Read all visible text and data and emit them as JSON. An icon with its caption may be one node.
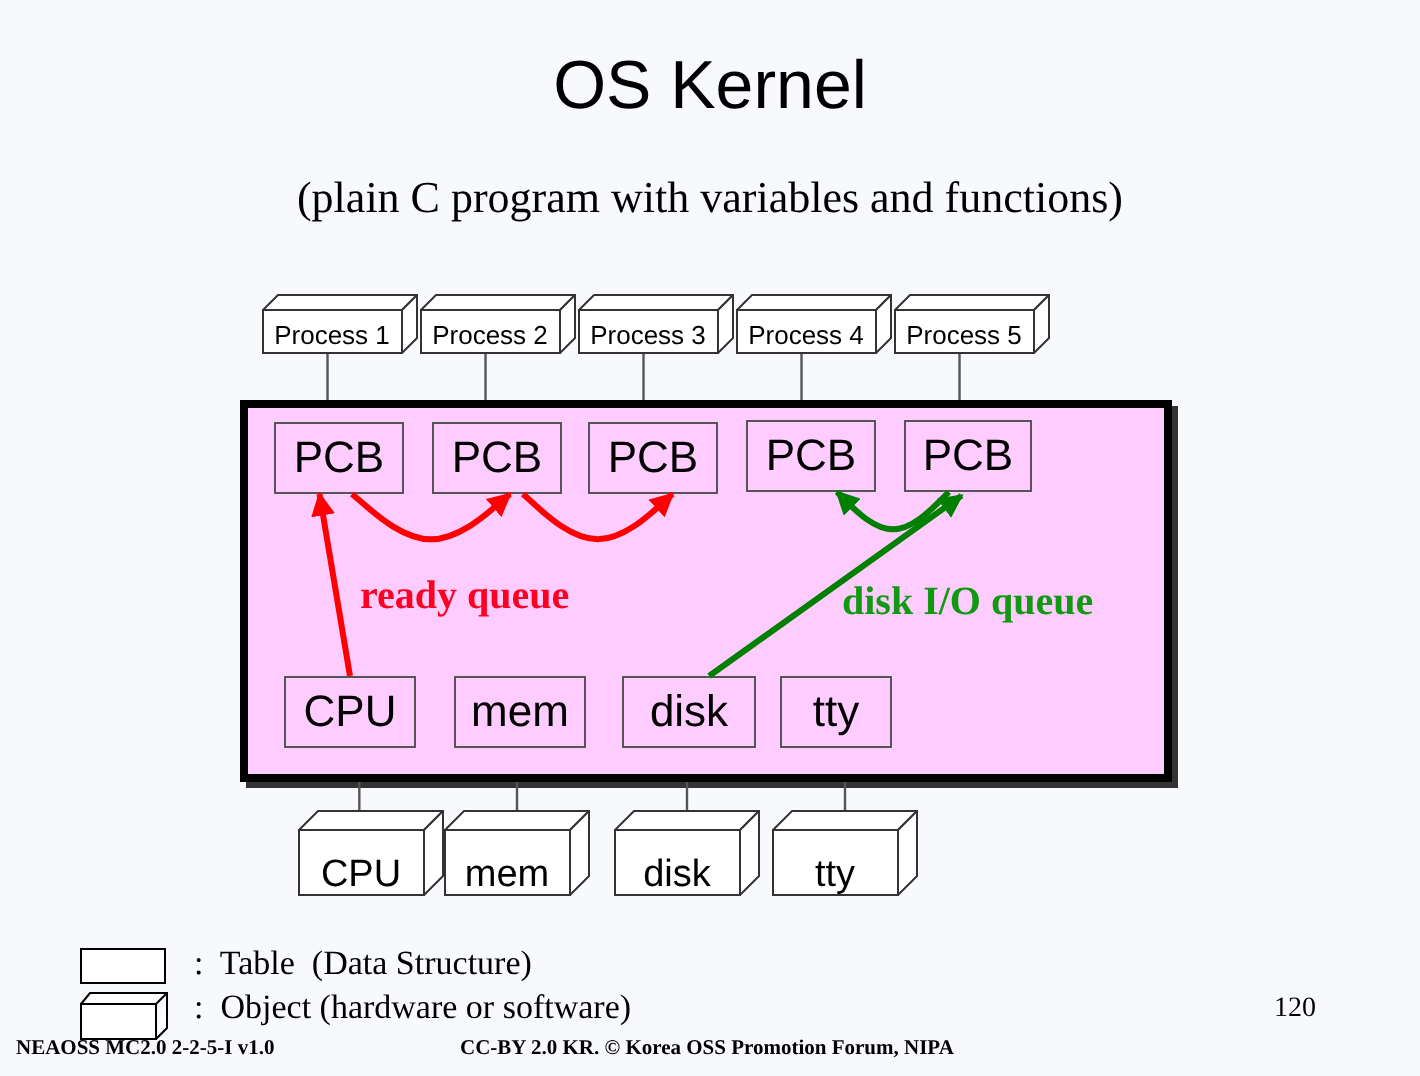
{
  "diagram": {
    "title": "OS Kernel",
    "nodes": [
      {
        "text": [],
        "shape": "box"
      },
      {
        "text": [
          "Process 1"
        ]
      },
      {
        "text": [
          "Process 2"
        ]
      },
      {
        "text": [
          "Process 3"
        ]
      },
      {
        "text": [
          "Process 4"
        ]
      },
      {
        "text": [
          "Process 5"
        ]
      },
      {
        "text": [
          "PCB"
        ],
        "in": 0
      },
      {
        "text": [
          "PCB"
        ],
        "in": 0
      },
      {
        "text": [
          "PCB"
        ],
        "in": 0
      },
      {
        "text": [
          "PCB"
        ],
        "in": 0
      },
      {
        "text": [
          "PCB"
        ],
        "in": 0
      },
      {
        "text": [
          "CPU"
        ],
        "in": 0
      },
      {
        "text": [
          "mem"
        ],
        "in": 0
      },
      {
        "text": [
          "disk"
        ],
        "in": 0
      },
      {
        "text": [
          "tty"
        ],
        "in": 0
      },
      {
        "text": [
          "CPU"
        ]
      },
      {
        "text": [
          "mem"
        ]
      },
      {
        "text": [
          "disk"
        ]
      },
      {
        "text": [
          "tty"
        ]
      }
    ],
    "edges": [
      {
        "from": 1,
        "to": 0,
        "arrow": "none"
      },
      {
        "from": 2,
        "to": 0,
        "arrow": "none"
      },
      {
        "from": 3,
        "to": 0,
        "arrow": "none"
      },
      {
        "from": 4,
        "to": 0,
        "arrow": "none"
      },
      {
        "from": 5,
        "to": 0,
        "arrow": "none"
      },
      {
        "from": 0,
        "to": 15,
        "arrow": "none"
      },
      {
        "from": 0,
        "to": 16,
        "arrow": "none"
      },
      {
        "from": 0,
        "to": 17,
        "arrow": "none"
      },
      {
        "from": 0,
        "to": 18,
        "arrow": "none"
      },
      {
        "from": 11,
        "to": 6,
        "arrow": "to",
        "style": "thick",
        "color": "#ff0000"
      },
      {
        "from": 6,
        "to": 7,
        "arrow": "to",
        "style": "thick",
        "color": "#ff0000"
      },
      {
        "from": 7,
        "to": 8,
        "arrow": "to",
        "style": "thick",
        "color": "#ff0000"
      },
      {
        "from": 13,
        "to": 10,
        "arrow": "to",
        "style": "thick",
        "color": "#008000"
      },
      {
        "from": 10,
        "to": 9,
        "arrow": "to",
        "style": "thick",
        "color": "#008000"
      }
    ],
    "labels": [
      "(plain C program with variables and functions)",
      "ready queue",
      "disk I/O queue",
      "120",
      "NEAOSS MC2.0 2-2-5-I v1.0",
      "CC-BY 2.0 KR. © Korea OSS Promotion Forum, NIPA"
    ],
    "legend": [
      {
        "text": ":  Table  (Data Structure)"
      },
      {
        "text": ":  Object (hardware or software)"
      }
    ]
  }
}
